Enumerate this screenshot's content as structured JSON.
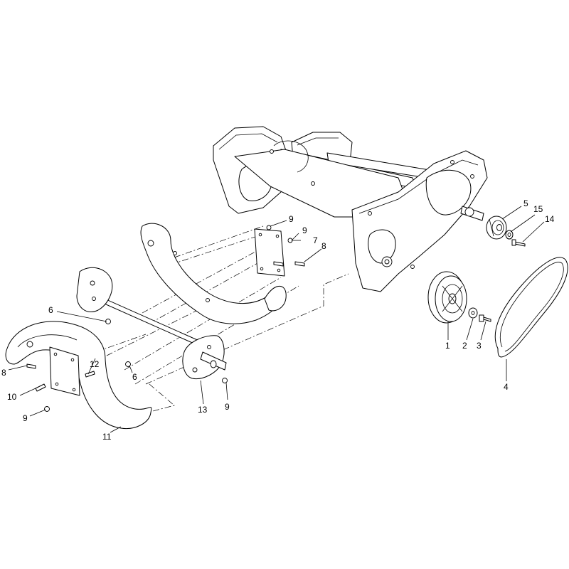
{
  "callouts": [
    {
      "id": "c1",
      "text": "1"
    },
    {
      "id": "c2",
      "text": "2"
    },
    {
      "id": "c3",
      "text": "3"
    },
    {
      "id": "c4",
      "text": "4"
    },
    {
      "id": "c5",
      "text": "5"
    },
    {
      "id": "c6a",
      "text": "6"
    },
    {
      "id": "c6b",
      "text": "6"
    },
    {
      "id": "c7",
      "text": "7"
    },
    {
      "id": "c8a",
      "text": "8"
    },
    {
      "id": "c8b",
      "text": "8"
    },
    {
      "id": "c9a",
      "text": "9"
    },
    {
      "id": "c9b",
      "text": "9"
    },
    {
      "id": "c9c",
      "text": "9"
    },
    {
      "id": "c9d",
      "text": "9"
    },
    {
      "id": "c10",
      "text": "10"
    },
    {
      "id": "c11",
      "text": "11"
    },
    {
      "id": "c12",
      "text": "12"
    },
    {
      "id": "c13",
      "text": "13"
    },
    {
      "id": "c14",
      "text": "14"
    },
    {
      "id": "c15",
      "text": "15"
    }
  ]
}
